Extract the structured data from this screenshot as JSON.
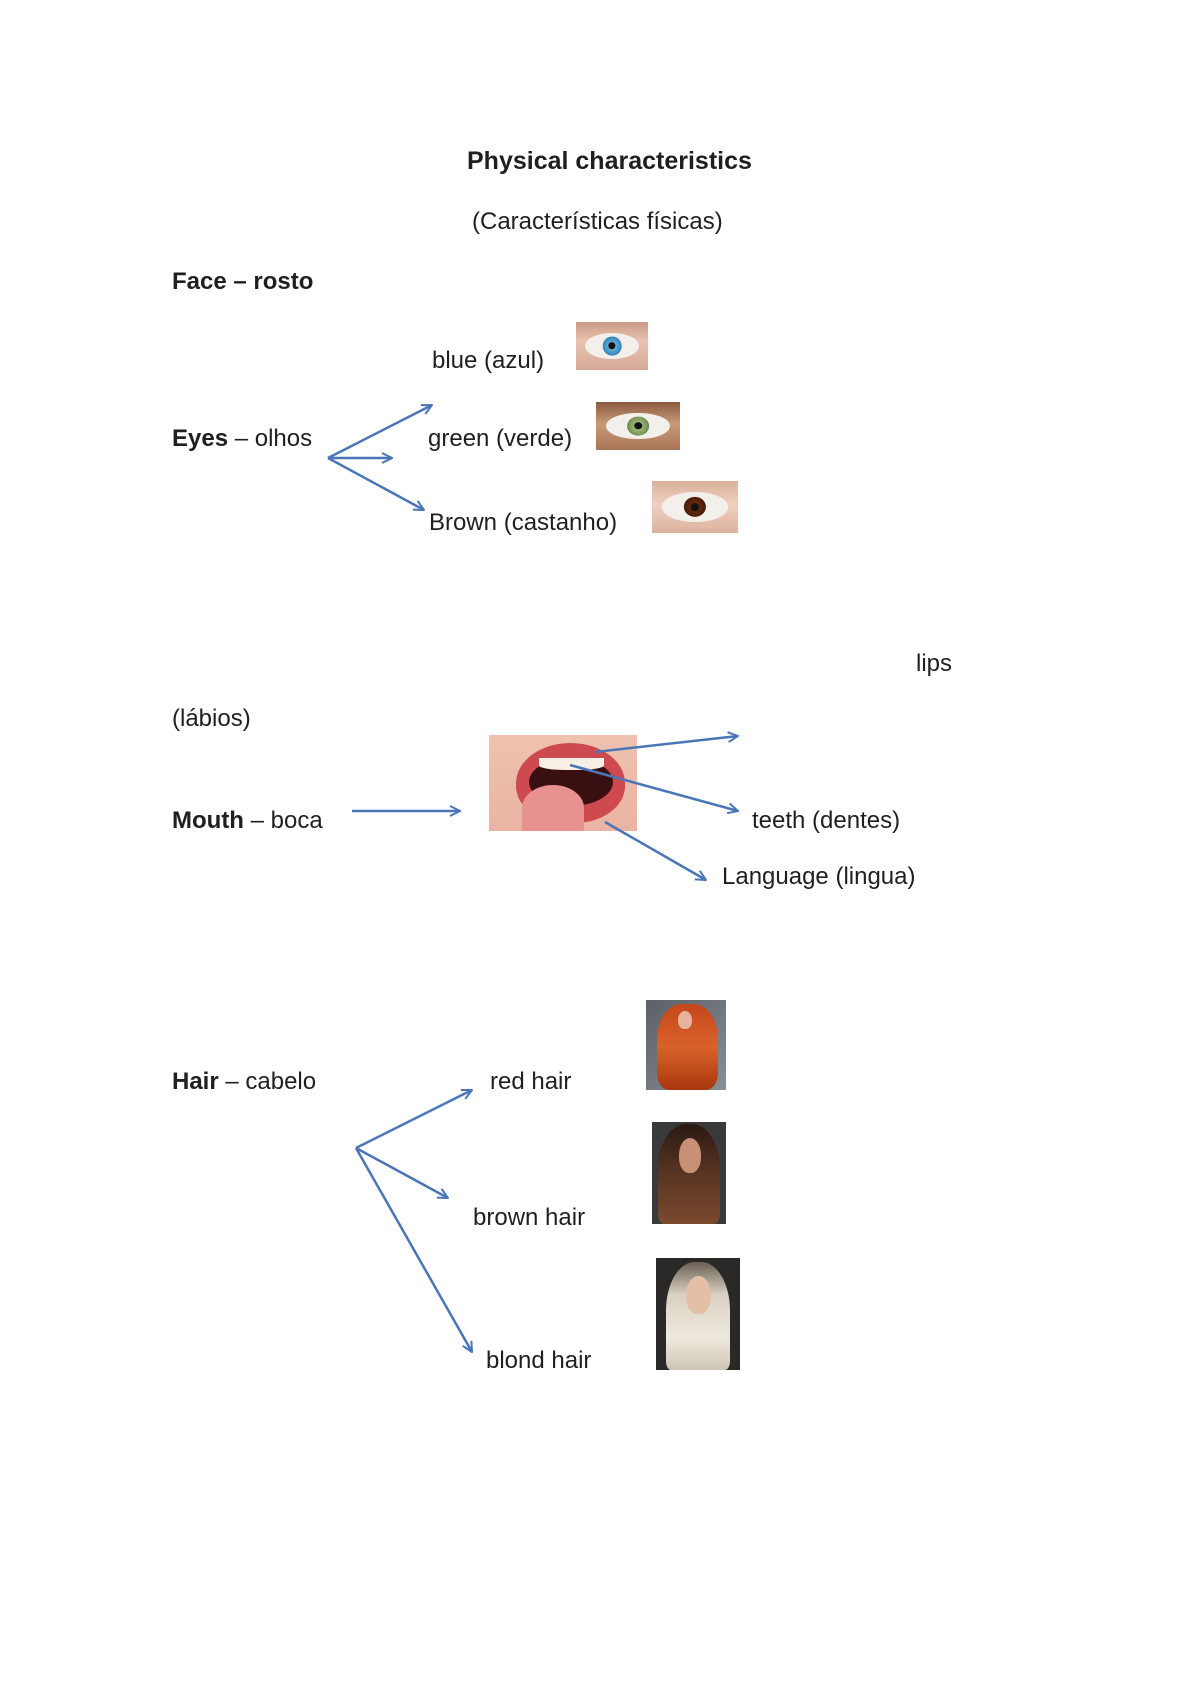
{
  "title": "Physical characteristics",
  "subtitle": "(Características físicas)",
  "face": {
    "heading": "Face – rosto"
  },
  "eyes": {
    "label_bold": "Eyes",
    "label_rest": " – olhos",
    "options": [
      "blue (azul)",
      "green (verde)",
      "Brown  (castanho)"
    ]
  },
  "mouth": {
    "lips": "lips",
    "lips_pt": "(lábios)",
    "label_bold": "Mouth",
    "label_rest": " – boca",
    "teeth": "teeth (dentes)",
    "language": "Language (lingua)"
  },
  "hair": {
    "label_bold": "Hair",
    "label_rest": " – cabelo",
    "options": [
      "red hair",
      "brown hair",
      "blond hair"
    ]
  },
  "colors": {
    "arrow": "#4a76b8",
    "text": "#1f1f1f"
  }
}
